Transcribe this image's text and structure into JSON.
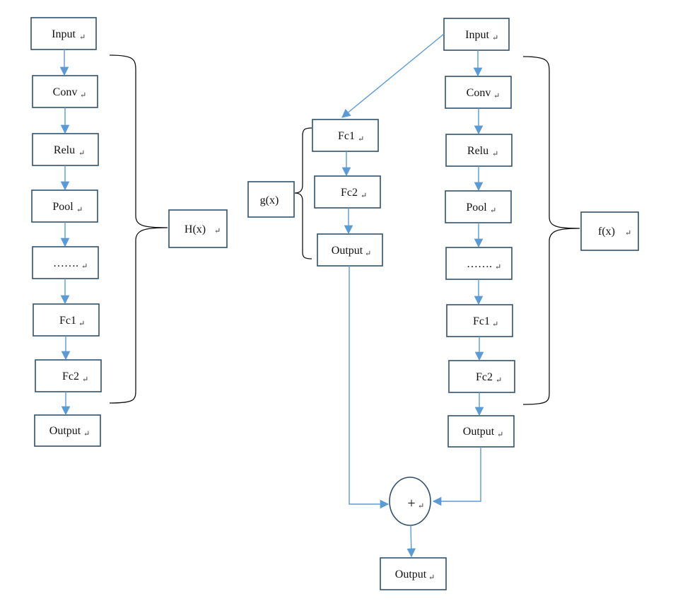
{
  "return_mark": "↵",
  "left_column": {
    "input": "Input",
    "conv": "Conv",
    "relu": "Relu",
    "pool": "Pool",
    "ellipsis": "…….",
    "fc1": "Fc1",
    "fc2": "Fc2",
    "output": "Output"
  },
  "left_label": "H(x)",
  "middle_column": {
    "fc1": "Fc1",
    "fc2": "Fc2",
    "output": "Output"
  },
  "middle_label": "g(x)",
  "right_column": {
    "input": "Input",
    "conv": "Conv",
    "relu": "Relu",
    "pool": "Pool",
    "ellipsis": "…….",
    "fc1": "Fc1",
    "fc2": "Fc2",
    "output": "Output"
  },
  "right_label": "f(x)",
  "sum_symbol": "+",
  "final_output": "Output",
  "colors": {
    "arrow": "#5b9bd5",
    "box_border": "#2f4f6b",
    "brace": "#111111"
  }
}
